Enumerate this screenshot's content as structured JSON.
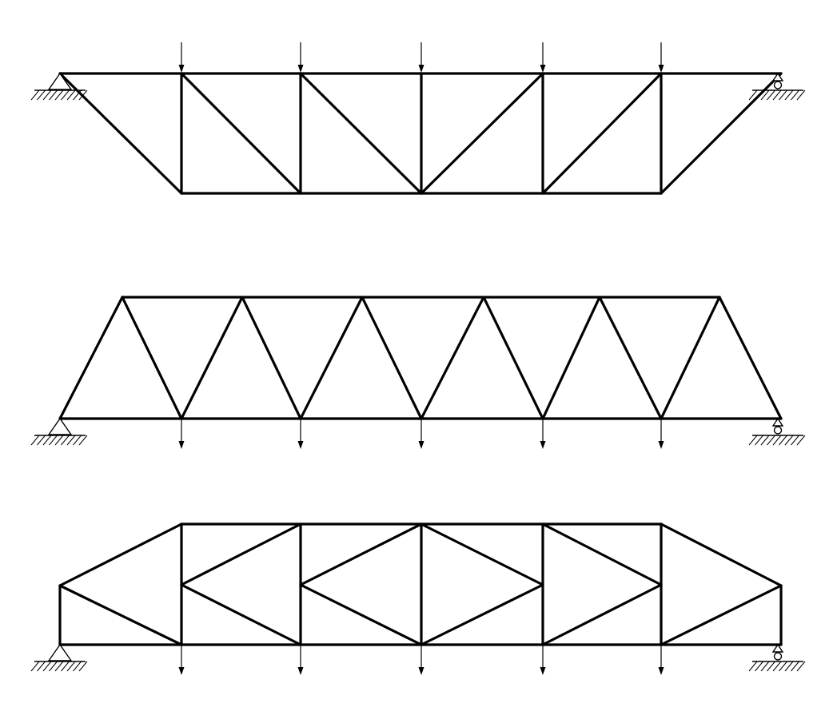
{
  "diagram": {
    "type": "truss-diagrams",
    "line_color": "#000000",
    "background": "#ffffff",
    "trusses": [
      {
        "name": "inverted-trapezoid-truss",
        "load_direction": "down",
        "load_side": "top-chord",
        "left_support": "pin",
        "right_support": "roller"
      },
      {
        "name": "warren-truss",
        "load_direction": "down",
        "load_side": "bottom-chord",
        "left_support": "pin",
        "right_support": "roller"
      },
      {
        "name": "polygonal-k-truss",
        "load_direction": "down",
        "load_side": "bottom-chord",
        "left_support": "pin",
        "right_support": "roller"
      }
    ]
  }
}
